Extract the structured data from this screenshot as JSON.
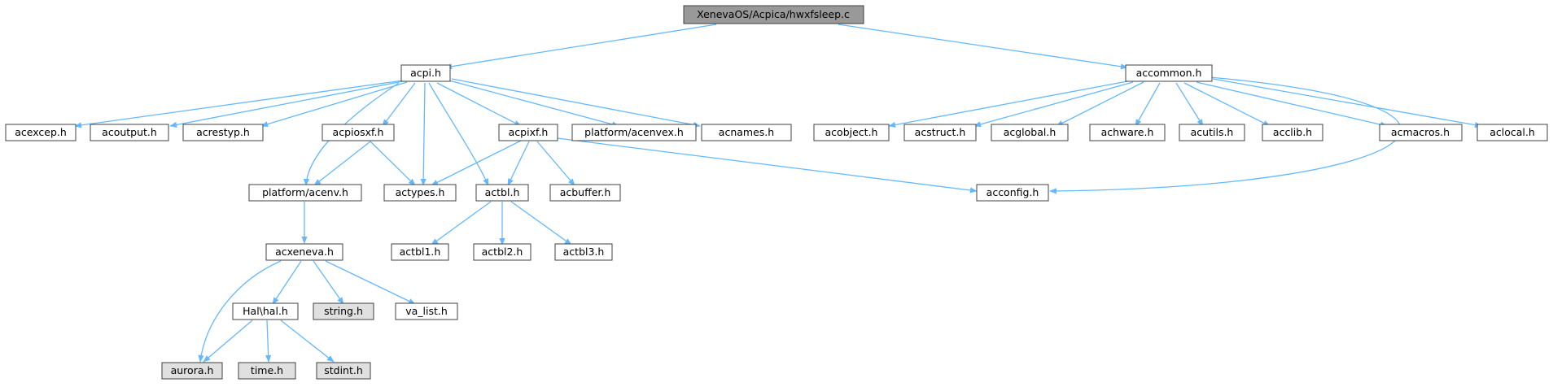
{
  "colors": {
    "edge": "#63b8ff",
    "node_border": "#404040",
    "node_fill": "#ffffff",
    "root_fill": "#999999",
    "system_fill": "#e0e0e0"
  },
  "nodes": {
    "root": "XenevaOS/Acpica/hwxfsleep.c",
    "acpi": "acpi.h",
    "accommon": "accommon.h",
    "acexcep": "acexcep.h",
    "acoutput": "acoutput.h",
    "acrestyp": "acrestyp.h",
    "acpiosxf": "acpiosxf.h",
    "acpixf": "acpixf.h",
    "platform_acenvex": "platform/acenvex.h",
    "acnames": "acnames.h",
    "acobject": "acobject.h",
    "acstruct": "acstruct.h",
    "acglobal": "acglobal.h",
    "achware": "achware.h",
    "acutils": "acutils.h",
    "acclib": "acclib.h",
    "acmacros": "acmacros.h",
    "aclocal": "aclocal.h",
    "platform_acenv": "platform/acenv.h",
    "actypes": "actypes.h",
    "actbl": "actbl.h",
    "acbuffer": "acbuffer.h",
    "acconfig": "acconfig.h",
    "acxeneva": "acxeneva.h",
    "actbl1": "actbl1.h",
    "actbl2": "actbl2.h",
    "actbl3": "actbl3.h",
    "hal": "Hal\\hal.h",
    "string": "string.h",
    "va_list": "va_list.h",
    "aurora": "aurora.h",
    "time": "time.h",
    "stdint": "stdint.h"
  }
}
